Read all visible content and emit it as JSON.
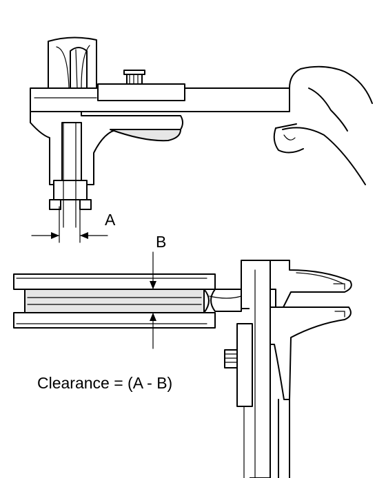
{
  "labels": {
    "a": "A",
    "b": "B",
    "formula": "Clearance = (A - B)"
  }
}
